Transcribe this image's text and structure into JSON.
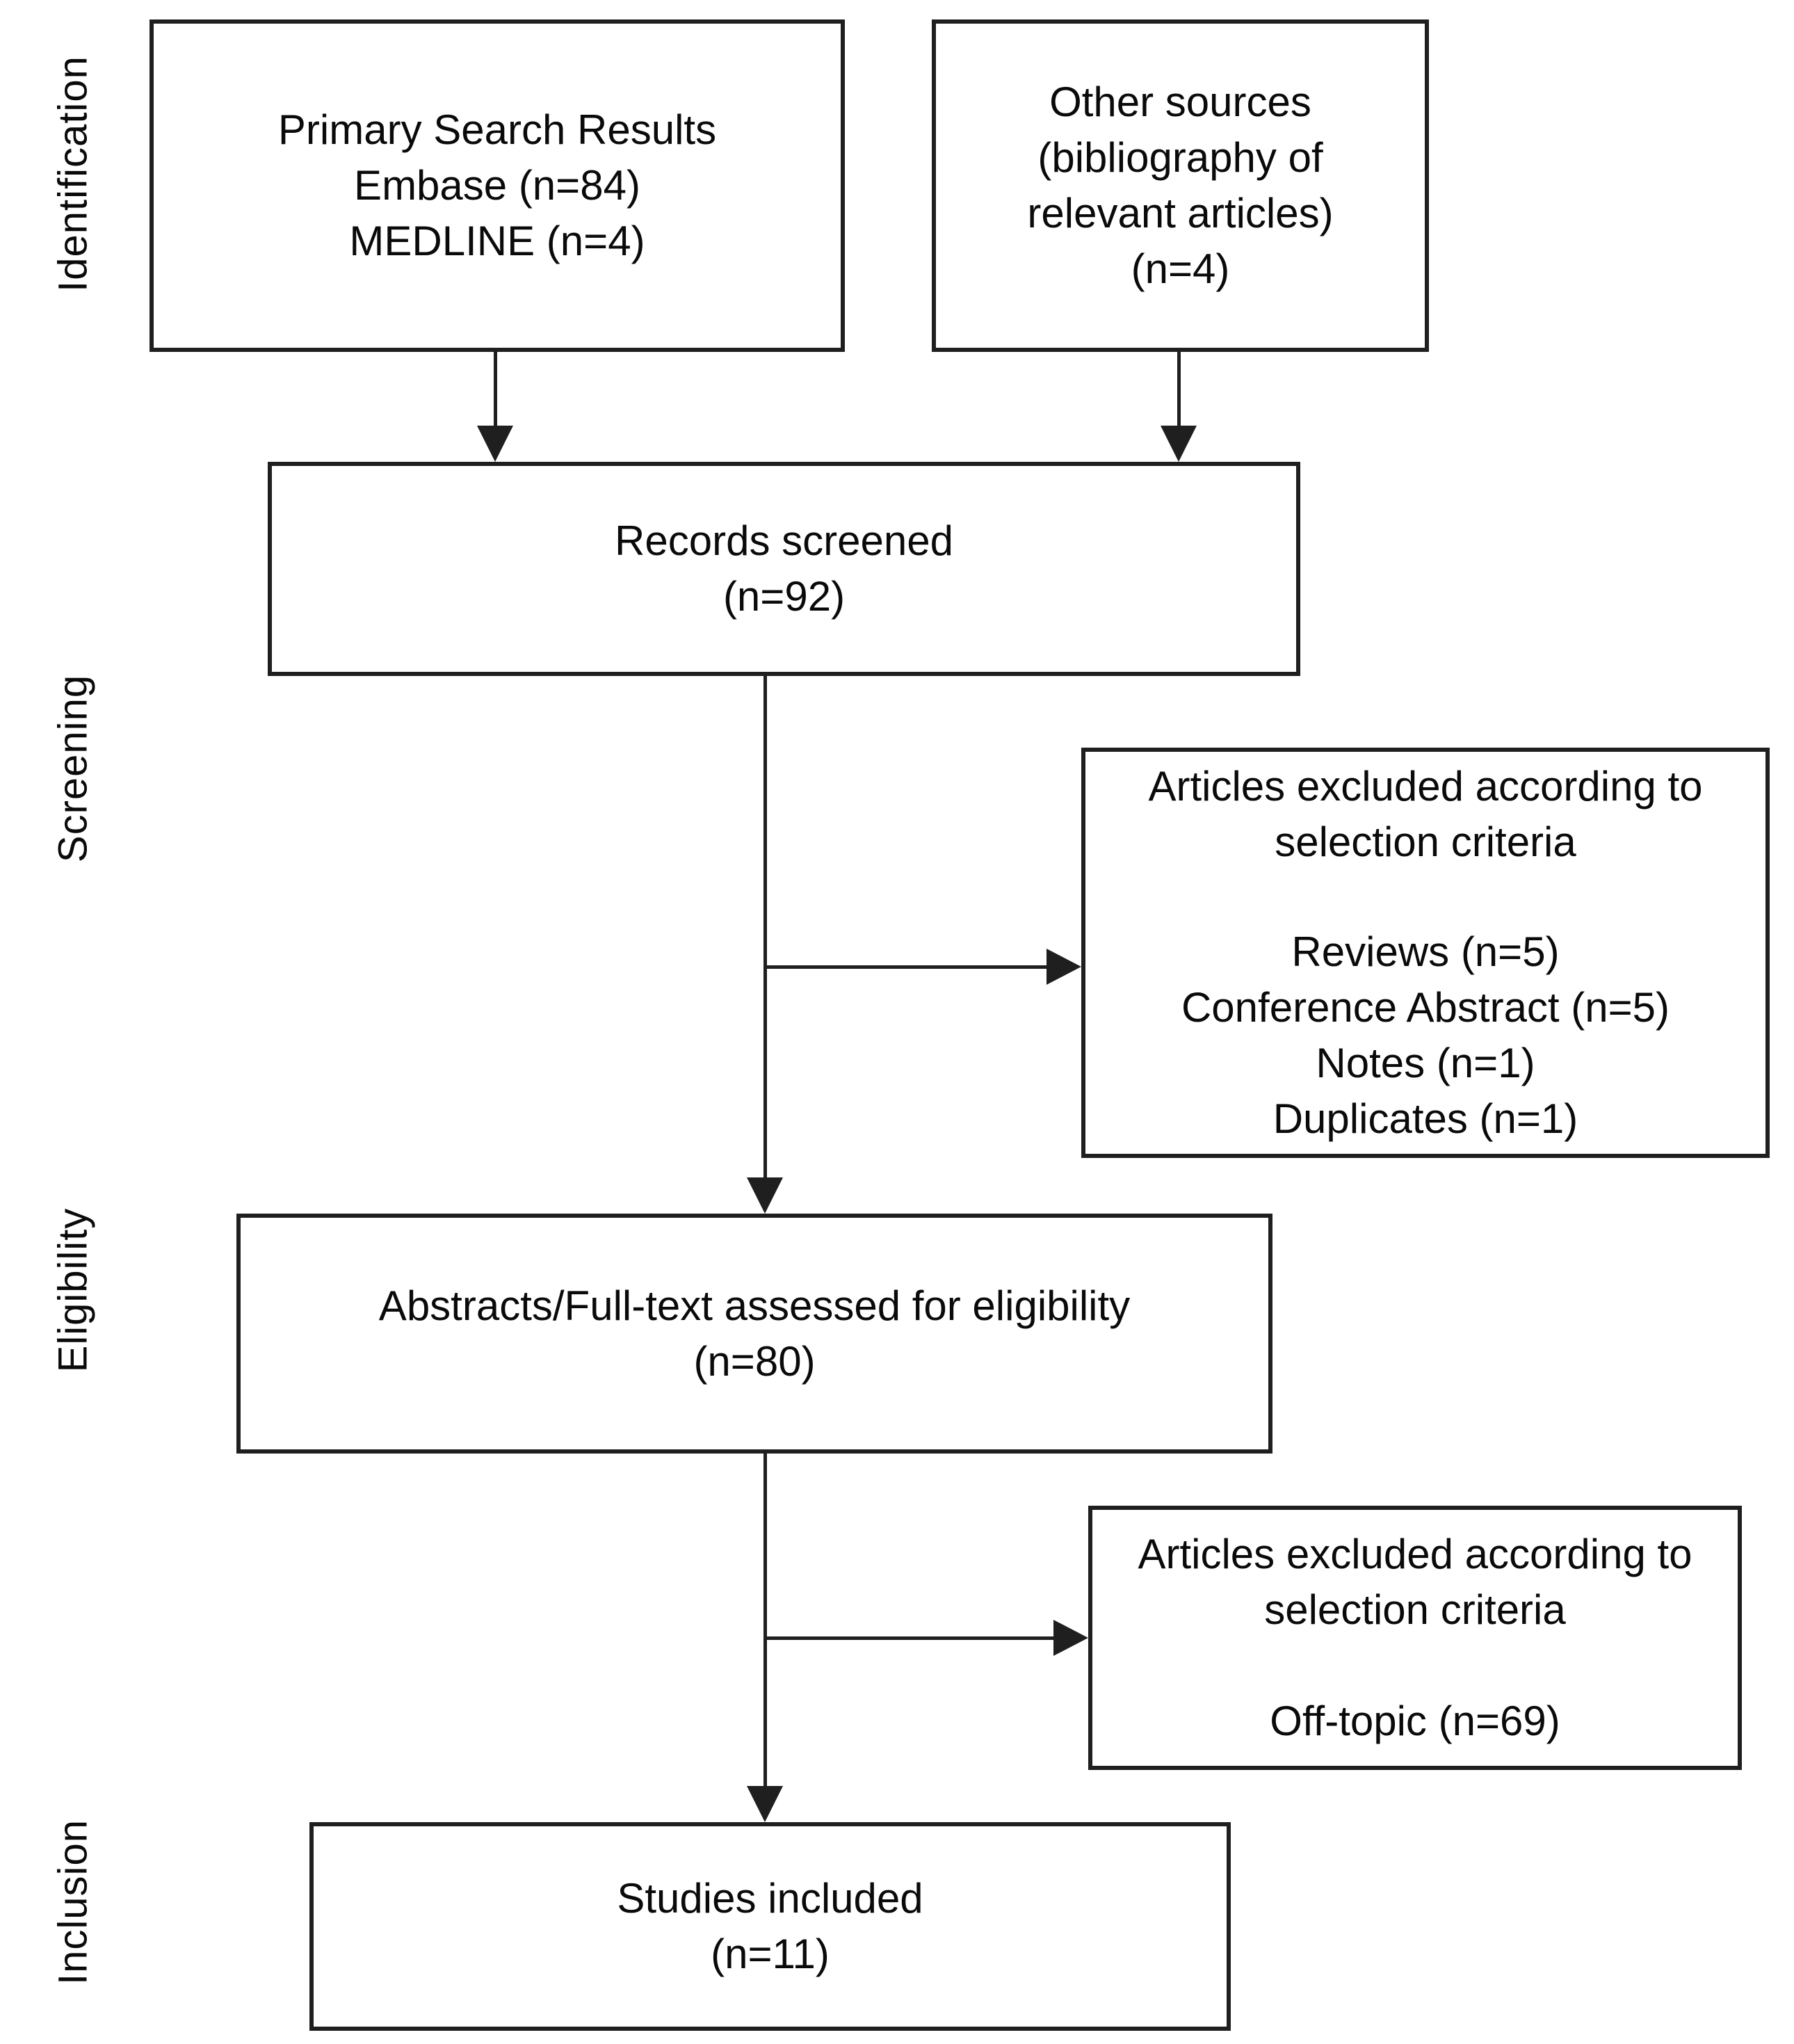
{
  "stages": [
    {
      "label": "Identification"
    },
    {
      "label": "Screening"
    },
    {
      "label": "Eligibility"
    },
    {
      "label": "Inclusion"
    }
  ],
  "boxes": {
    "primary_search": {
      "lines": [
        "Primary Search Results",
        "Embase (n=84)",
        "MEDLINE (n=4)"
      ]
    },
    "other_sources": {
      "lines": [
        "Other sources",
        "(bibliography of",
        "relevant articles)",
        "(n=4)"
      ]
    },
    "records_screened": {
      "lines": [
        "Records screened",
        "(n=92)"
      ]
    },
    "excluded_screening": {
      "title_lines": [
        "Articles excluded according to",
        "selection criteria"
      ],
      "items": [
        "Reviews (n=5)",
        "Conference Abstract (n=5)",
        "Notes (n=1)",
        "Duplicates (n=1)"
      ]
    },
    "eligibility_assessment": {
      "lines": [
        "Abstracts/Full-text assessed for eligibility",
        "(n=80)"
      ]
    },
    "excluded_eligibility": {
      "title_lines": [
        "Articles excluded according to",
        "selection criteria"
      ],
      "items": [
        "Off-topic (n=69)"
      ]
    },
    "studies_included": {
      "lines": [
        "Studies included",
        "(n=11)"
      ]
    }
  },
  "colors": {
    "line": "#1f1f1f",
    "text": "#0a0a0a",
    "background": "#ffffff"
  }
}
